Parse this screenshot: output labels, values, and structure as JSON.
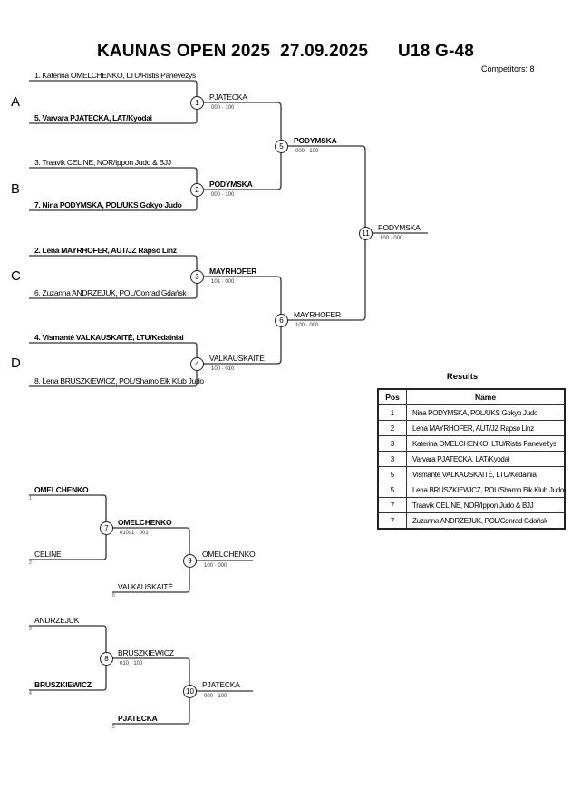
{
  "header": {
    "title": "KAUNAS OPEN 2025  27.09.2025      U18 G-48",
    "competitors": "Competitors: 8"
  },
  "pools": [
    "A",
    "B",
    "C",
    "D"
  ],
  "round1": [
    {
      "match": "1",
      "top": "1. Katerina OMELCHENKO, LTU/Ristis Panevežys",
      "top_bold": false,
      "bottom": "5. Varvara PJATECKA, LAT/Kyodai",
      "bottom_bold": true,
      "winner": "PJATECKA",
      "winner_bold": false,
      "score": "000 · 100"
    },
    {
      "match": "2",
      "top": "3. Traavik CELINE, NOR/Ippon Judo & BJJ",
      "top_bold": false,
      "bottom": "7. Nina PODYMSKA, POL/UKS Gokyo Judo",
      "bottom_bold": true,
      "winner": "PODYMSKA",
      "winner_bold": true,
      "score": "000 · 100"
    },
    {
      "match": "3",
      "top": "2. Lena MAYRHOFER, AUT/JZ Rapso Linz",
      "top_bold": true,
      "bottom": "6. Zuzanna ANDRZEJUK, POL/Conrad Gdańsk",
      "bottom_bold": false,
      "winner": "MAYRHOFER",
      "winner_bold": true,
      "score": "101 · 000"
    },
    {
      "match": "4",
      "top": "4. Vismantė VALKAUSKAITĖ, LTU/Kedainiai",
      "top_bold": true,
      "bottom": "8. Lena BRUSZKIEWICZ, POL/Shamo Ełk Klub Judo",
      "bottom_bold": false,
      "winner": "VALKAUSKAITĖ",
      "winner_bold": false,
      "score": "100 · 010"
    }
  ],
  "round2": [
    {
      "match": "5",
      "winner": "PODYMSKA",
      "winner_bold": true,
      "score": "000 · 100"
    },
    {
      "match": "6",
      "winner": "MAYRHOFER",
      "winner_bold": false,
      "score": "100 · 000"
    }
  ],
  "final": {
    "match": "11",
    "winner": "PODYMSKA",
    "score": "100 · 000"
  },
  "repechage": [
    {
      "first": {
        "match": "7",
        "top": "OMELCHENKO",
        "top_seed": "1",
        "bottom": "CELINE",
        "bottom_seed": "2",
        "winner": "OMELCHENKO",
        "score": "010s1 · 001"
      },
      "second": {
        "match": "9",
        "opponent": "VALKAUSKAITĖ",
        "opponent_seed": "6",
        "winner": "OMELCHENKO",
        "score": "100 · 000"
      }
    },
    {
      "first": {
        "match": "8",
        "top": "ANDRZEJUK",
        "top_seed": "3",
        "bottom": "BRUSZKIEWICZ",
        "bottom_seed": "4",
        "winner": "BRUSZKIEWICZ",
        "score": "010 · 100"
      },
      "second": {
        "match": "10",
        "opponent": "PJATECKA",
        "opponent_seed": "5",
        "winner": "PJATECKA",
        "score": "000 · 100"
      }
    }
  ],
  "results": {
    "title": "Results",
    "headers": {
      "pos": "Pos",
      "name": "Name"
    },
    "rows": [
      {
        "pos": "1",
        "name": "Nina PODYMSKA, POL/UKS Gokyo Judo"
      },
      {
        "pos": "2",
        "name": "Lena MAYRHOFER, AUT/JZ Rapso Linz"
      },
      {
        "pos": "3",
        "name": "Katerina OMELCHENKO, LTU/Ristis Panevežys"
      },
      {
        "pos": "3",
        "name": "Varvara PJATECKA, LAT/Kyodai"
      },
      {
        "pos": "5",
        "name": "Vismantė VALKAUSKAITĖ, LTU/Kedainiai"
      },
      {
        "pos": "5",
        "name": "Lena BRUSZKIEWICZ, POL/Shamo Ełk Klub Judo"
      },
      {
        "pos": "7",
        "name": "Traavik CELINE, NOR/Ippon Judo & BJJ"
      },
      {
        "pos": "7",
        "name": "Zuzanna ANDRZEJUK, POL/Conrad Gdańsk"
      }
    ]
  }
}
